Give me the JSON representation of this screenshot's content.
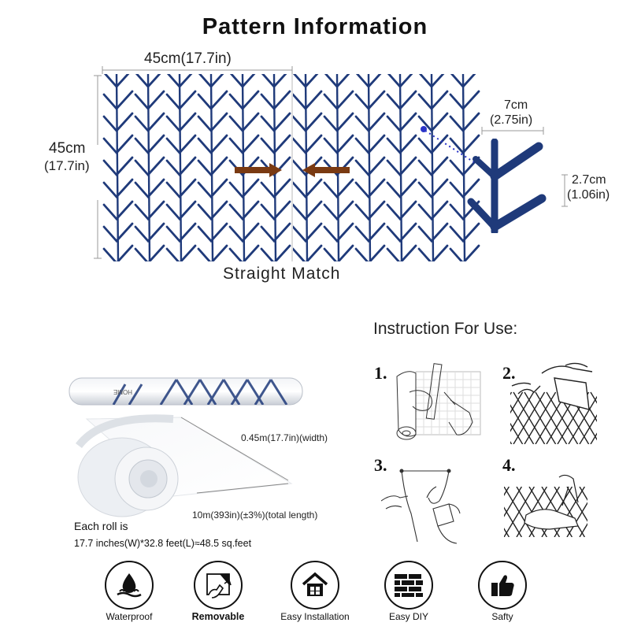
{
  "header": {
    "title": "Pattern Information"
  },
  "pattern": {
    "width_label": "45cm(17.7in)",
    "height_label_cm": "45cm",
    "height_label_in": "(17.7in)",
    "match_label": "Straight Match",
    "detail_width_cm": "7cm",
    "detail_width_in": "(2.75in)",
    "detail_height_cm": "2.7cm",
    "detail_height_in": "(1.06in)",
    "colors": {
      "ink": "#1f3a7a",
      "arrow": "#7a3a12",
      "dot": "#2a34c8"
    }
  },
  "roll": {
    "width_text": "0.45m(17.7in)(width)",
    "length_text": "10m(393in)(±3%)(total length)",
    "each_roll_label": "Each roll is",
    "spec_text": "17.7 inches(W)*32.8 feet(L)≈48.5 sq.feet"
  },
  "instructions": {
    "title": "Instruction For Use:",
    "steps": [
      {
        "number": "1."
      },
      {
        "number": "2."
      },
      {
        "number": "3."
      },
      {
        "number": "4."
      }
    ]
  },
  "features": [
    {
      "label": "Waterproof",
      "icon": "waterproof-icon"
    },
    {
      "label": "Removable",
      "icon": "removable-icon"
    },
    {
      "label": "Easy Installation",
      "icon": "house-icon"
    },
    {
      "label": "Easy DIY",
      "icon": "brick-wall-icon"
    },
    {
      "label": "Safty",
      "icon": "thumbs-up-icon"
    }
  ]
}
